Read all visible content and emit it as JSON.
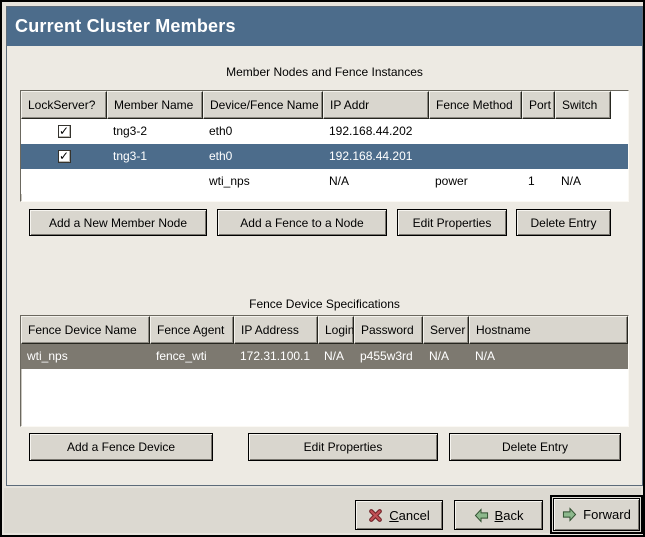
{
  "window": {
    "title": "Current Cluster Members"
  },
  "colors": {
    "titlebar": "#4c6c8b",
    "selected_row_blue": "#4c6c8b",
    "selected_row_gray": "#7d7970",
    "panel_bg": "#edeae3",
    "footer_bg": "#dcd9d1",
    "header_cell_bg": "#d9d6ce"
  },
  "icons": {
    "check_glyph": "✓"
  },
  "members_section": {
    "title": "Member Nodes and Fence Instances",
    "columns": [
      "LockServer?",
      "Member Name",
      "Device/Fence Name",
      "IP Addr",
      "Fence Method",
      "Port",
      "Switch"
    ],
    "rows": [
      {
        "lockserver": true,
        "member_name": "tng3-2",
        "device_fence_name": "eth0",
        "ip_addr": "192.168.44.202",
        "fence_method": "",
        "port": "",
        "switch": "",
        "selected": false
      },
      {
        "lockserver": true,
        "member_name": "tng3-1",
        "device_fence_name": "eth0",
        "ip_addr": "192.168.44.201",
        "fence_method": "",
        "port": "",
        "switch": "",
        "selected": true
      },
      {
        "lockserver": false,
        "member_name": "",
        "device_fence_name": "wti_nps",
        "ip_addr": "N/A",
        "fence_method": "power",
        "port": "1",
        "switch": "N/A",
        "selected": false
      }
    ],
    "buttons": [
      "Add a New Member Node",
      "Add a Fence to a Node",
      "Edit Properties",
      "Delete Entry"
    ]
  },
  "fence_section": {
    "title": "Fence Device Specifications",
    "columns": [
      "Fence Device Name",
      "Fence Agent",
      "IP Address",
      "Login",
      "Password",
      "Server",
      "Hostname"
    ],
    "rows": [
      {
        "fence_device_name": "wti_nps",
        "fence_agent": "fence_wti",
        "ip_address": "172.31.100.1",
        "login": "N/A",
        "password": "p455w3rd",
        "server": "N/A",
        "hostname": "N/A",
        "selected": true
      }
    ],
    "buttons": [
      "Add a Fence Device",
      "Edit Properties",
      "Delete Entry"
    ]
  },
  "footer": {
    "cancel": {
      "mnemonic": "C",
      "rest": "ancel"
    },
    "back": {
      "mnemonic": "B",
      "rest": "ack"
    },
    "forward": {
      "mnemonic": "F",
      "rest": "orward"
    }
  }
}
